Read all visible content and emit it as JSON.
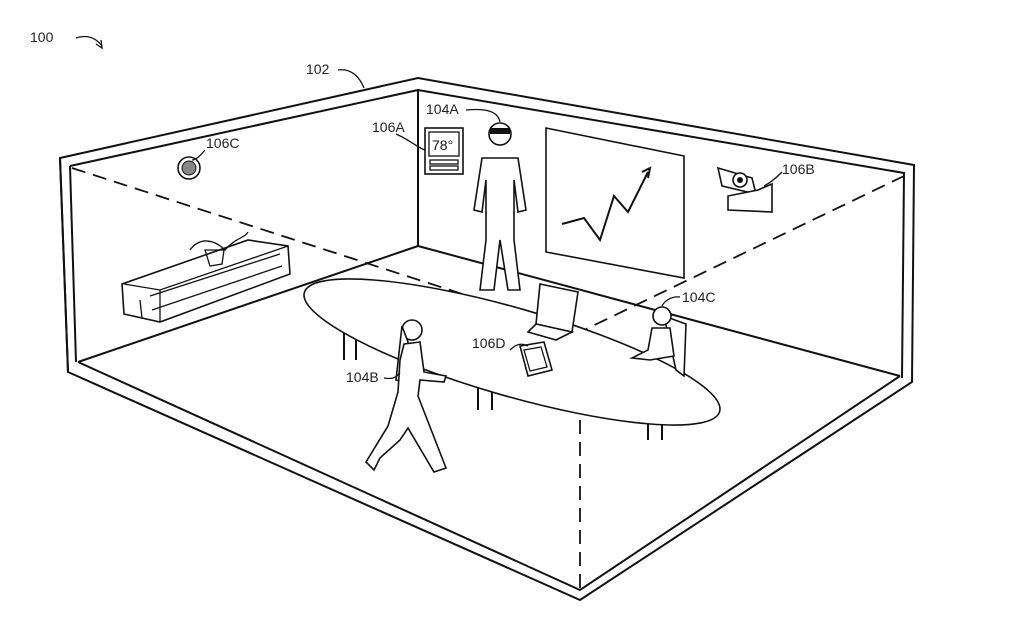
{
  "labels": {
    "figure": "100",
    "room": "102",
    "user_a": "104A",
    "user_b": "104B",
    "user_c": "104C",
    "thermostat": "106A",
    "camera": "106B",
    "speaker": "106C",
    "tablet": "106D"
  },
  "thermostat_display": "78°"
}
